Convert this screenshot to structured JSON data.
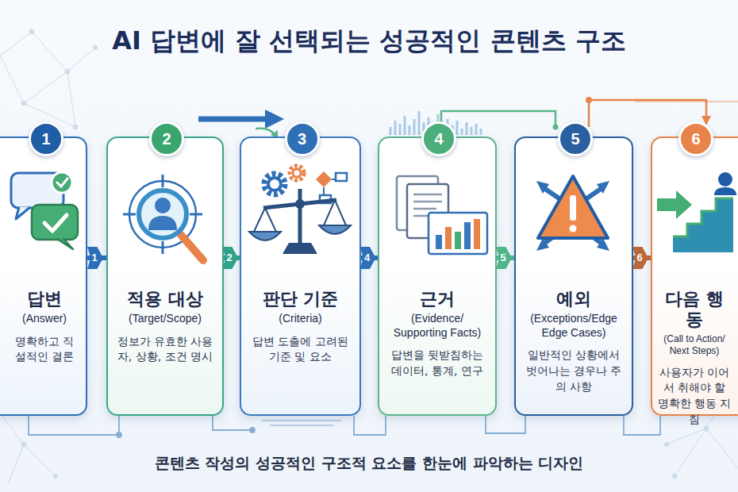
{
  "diagram": {
    "title": "AI 답변에 잘 선택되는 성공적인 콘텐츠 구조",
    "caption": "콘텐츠 작성의 성공적인 구조적 요소를 한눈에 파악하는 디자인",
    "nodes": [
      {
        "text": [
          "1",
          "답변",
          "(Answer)",
          "명확하고 직설적인 결론"
        ]
      },
      {
        "text": [
          "2",
          "적용 대상",
          "(Target/Scope)",
          "정보가 유효한 사용자, 상황, 조건 명시"
        ]
      },
      {
        "text": [
          "3",
          "판단 기준",
          "(Criteria)",
          "답변 도출에 고려된 기준 및 요소"
        ]
      },
      {
        "text": [
          "4",
          "근거",
          "(Evidence/ Supporting Facts)",
          "답변을 뒷받침하는 데이터, 통계, 연구"
        ]
      },
      {
        "text": [
          "5",
          "예외",
          "(Exceptions/Edge Edge Cases)",
          "일반적인 상황에서 벗어나는 경우나 주의 사항"
        ]
      },
      {
        "text": [
          "6",
          "다음 행동",
          "(Call to Action/ Next Steps)",
          "사용자가 이어서 취해야 할 명확한 행동 지침"
        ]
      }
    ],
    "edges": [
      {
        "from": 0,
        "to": 1,
        "arrow": "to",
        "label": "1"
      },
      {
        "from": 1,
        "to": 2,
        "arrow": "to",
        "label": "2"
      },
      {
        "from": 2,
        "to": 3,
        "arrow": "to",
        "label": "4"
      },
      {
        "from": 3,
        "to": 4,
        "arrow": "to",
        "label": "5"
      },
      {
        "from": 4,
        "to": 5,
        "arrow": "to",
        "label": "6"
      }
    ]
  }
}
